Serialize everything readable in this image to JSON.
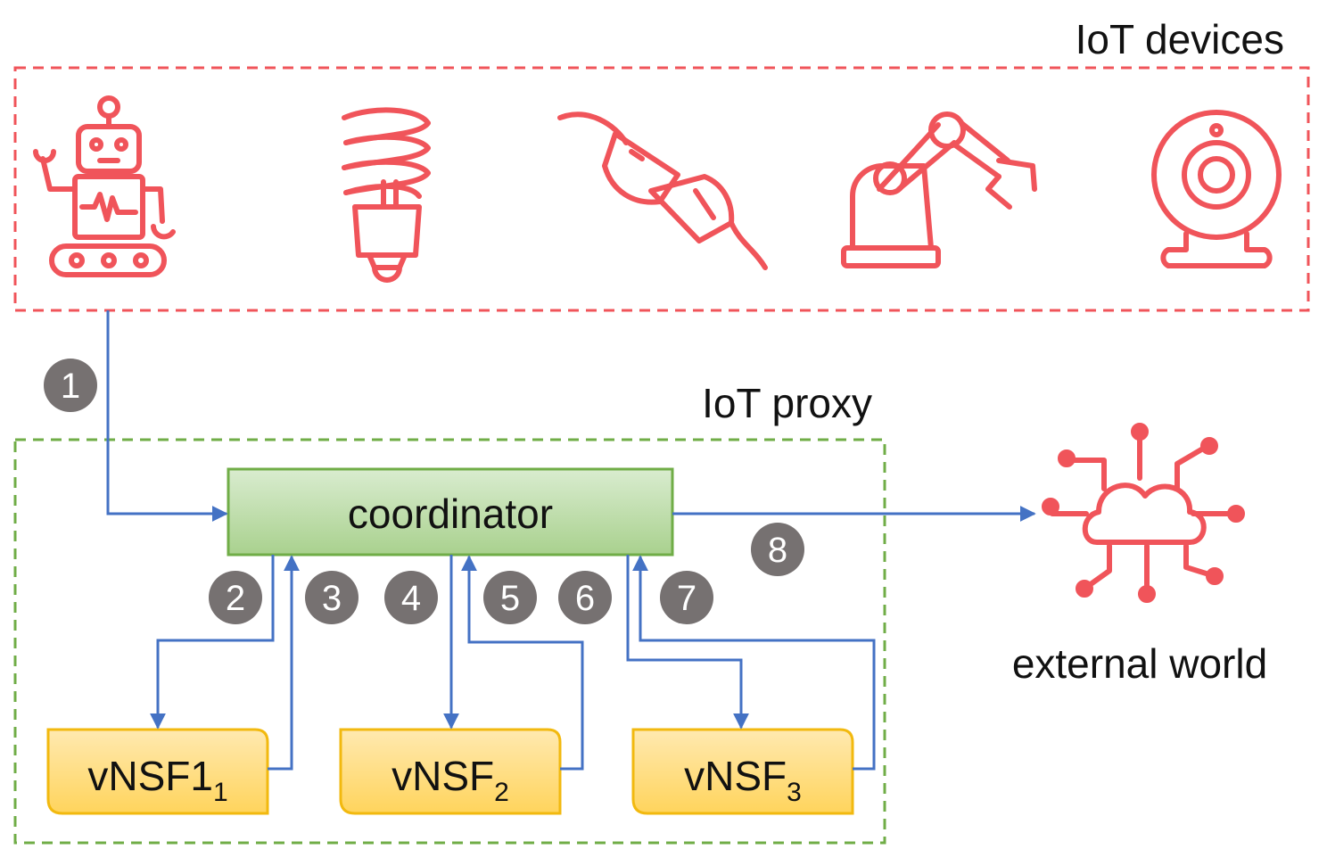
{
  "groups": {
    "iot_devices": "IoT devices",
    "iot_proxy": "IoT proxy",
    "external": "external world"
  },
  "coordinator": "coordinator",
  "vnsfs": [
    {
      "base": "vNSF1",
      "sub": "1"
    },
    {
      "base": "vNSF",
      "sub": "2"
    },
    {
      "base": "vNSF",
      "sub": "3"
    }
  ],
  "steps": [
    "1",
    "2",
    "3",
    "4",
    "5",
    "6",
    "7",
    "8"
  ],
  "devices": [
    "robot-icon",
    "cfl-bulb-icon",
    "power-plug-icon",
    "robotic-arm-icon",
    "webcam-icon"
  ],
  "colors": {
    "devices_border": "#F0545A",
    "proxy_border": "#70AD47",
    "arrow": "#4472C4",
    "coordinator_fill": "#A9D18E",
    "vnsf_fill": "#FFD966",
    "step_badge": "#767171",
    "icon": "#F0545A"
  }
}
